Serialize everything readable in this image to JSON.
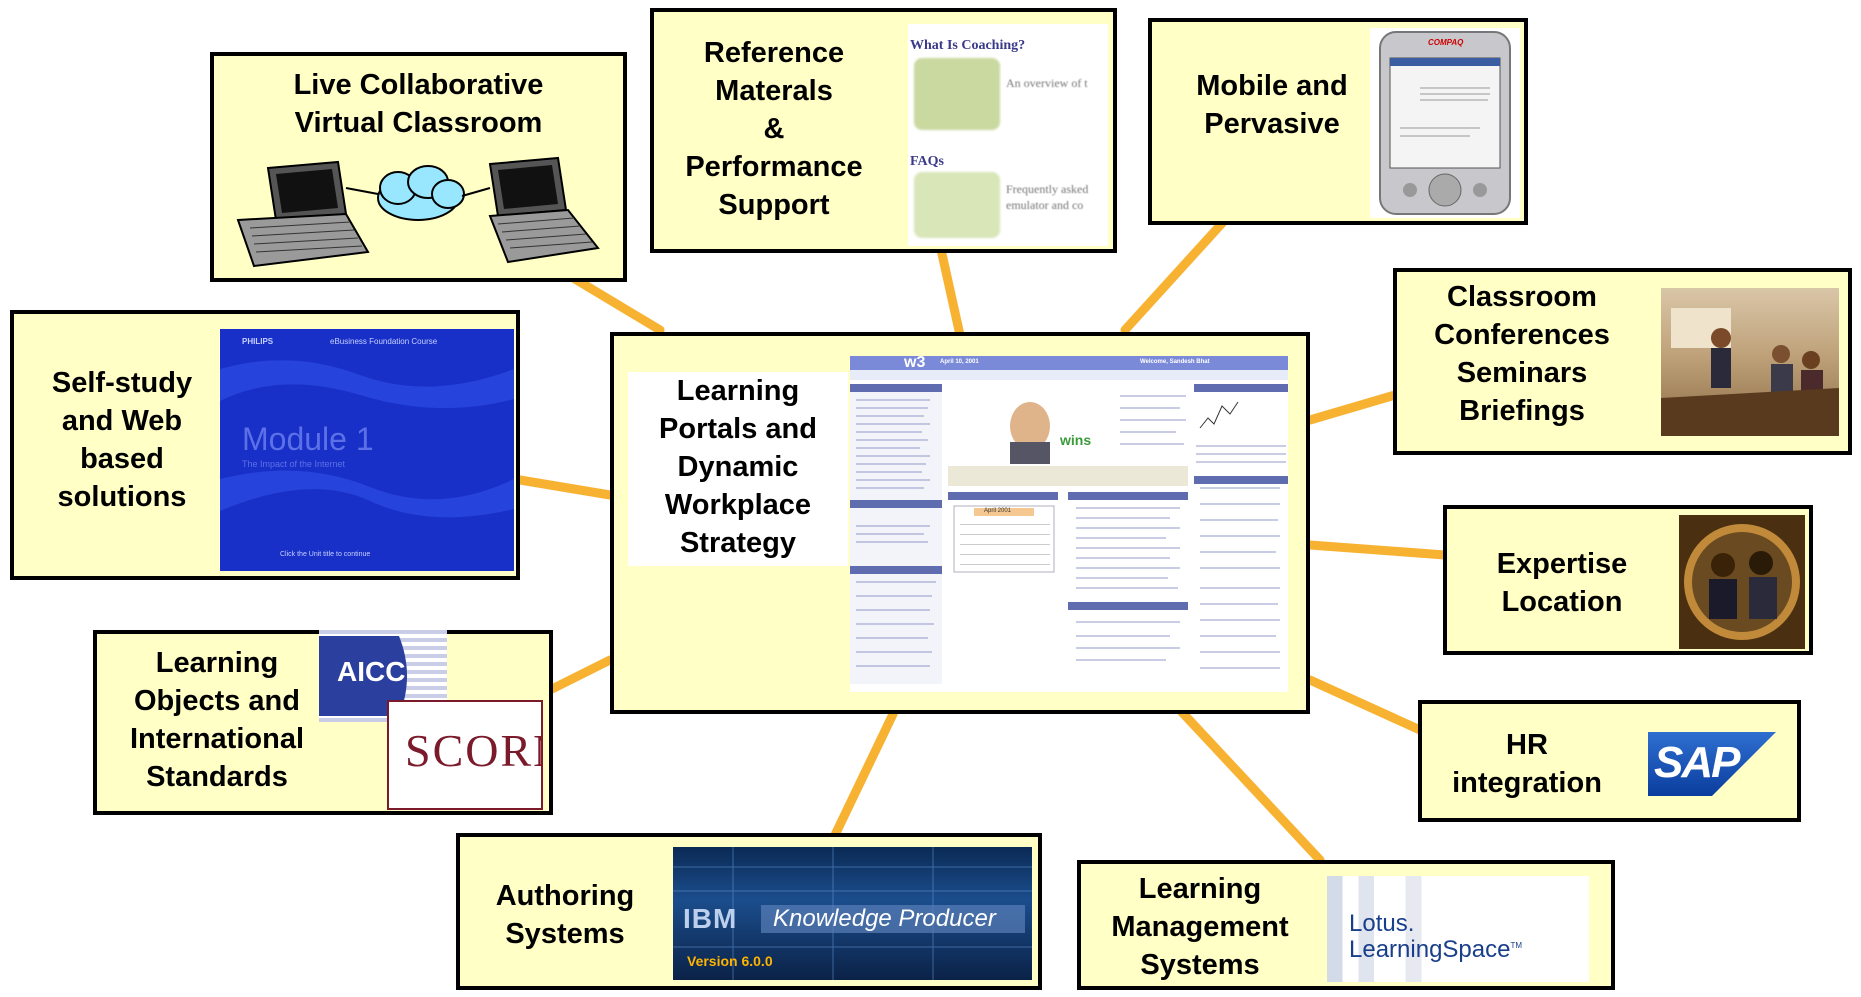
{
  "center": {
    "lines": [
      "Learning",
      "Portals and",
      "Dynamic",
      "Workplace",
      "Strategy"
    ]
  },
  "nodes": [
    {
      "id": "live-classroom",
      "lines": [
        "Live Collaborative",
        "Virtual Classroom"
      ]
    },
    {
      "id": "reference",
      "lines": [
        "Reference",
        "Materals",
        "&",
        "Performance",
        "Support"
      ]
    },
    {
      "id": "mobile",
      "lines": [
        "Mobile and",
        "Pervasive"
      ]
    },
    {
      "id": "classroom-conferences",
      "lines": [
        "Classroom",
        "Conferences",
        "Seminars",
        "Briefings"
      ]
    },
    {
      "id": "expertise",
      "lines": [
        "Expertise",
        "Location"
      ]
    },
    {
      "id": "hr",
      "lines": [
        "HR",
        "integration"
      ]
    },
    {
      "id": "lms",
      "lines": [
        "Learning",
        "Management",
        "Systems"
      ]
    },
    {
      "id": "authoring",
      "lines": [
        "Authoring",
        "Systems"
      ]
    },
    {
      "id": "learning-objects",
      "lines": [
        "Learning",
        "Objects and",
        "International",
        "Standards"
      ]
    },
    {
      "id": "self-study",
      "lines": [
        "Self-study",
        "and Web",
        "based",
        "solutions"
      ]
    }
  ],
  "images": {
    "module": {
      "brand": "PHILIPS",
      "course": "eBusiness Foundation Course",
      "title": "Module 1",
      "subtitle": "The Impact of the Internet",
      "footer": "Click the Unit title to continue"
    },
    "aicc": "AICC",
    "scorm": "SCORM",
    "reference": {
      "q1": "What Is Coaching?",
      "t1": "An overview of t",
      "q2": "FAQs",
      "t2": "Frequently asked",
      "t3": "emulator and co"
    },
    "mobile_brand": "COMPAQ",
    "sap": "SAP",
    "ibm_kp": {
      "ibm": "IBM",
      "product": "Knowledge Producer",
      "version": "Version 6.0.0"
    },
    "lotus": {
      "line1": "Lotus.",
      "line2": "LearningSpace",
      "tm": "TM"
    },
    "portal": {
      "logo": "w3",
      "date": "April 10, 2001",
      "welcome": "Welcome, Sandesh Bhat",
      "wins": "wins",
      "month": "April 2001"
    }
  },
  "colors": {
    "box_fill": "#ffffc6",
    "connector": "#f7b232",
    "border": "#000000"
  }
}
